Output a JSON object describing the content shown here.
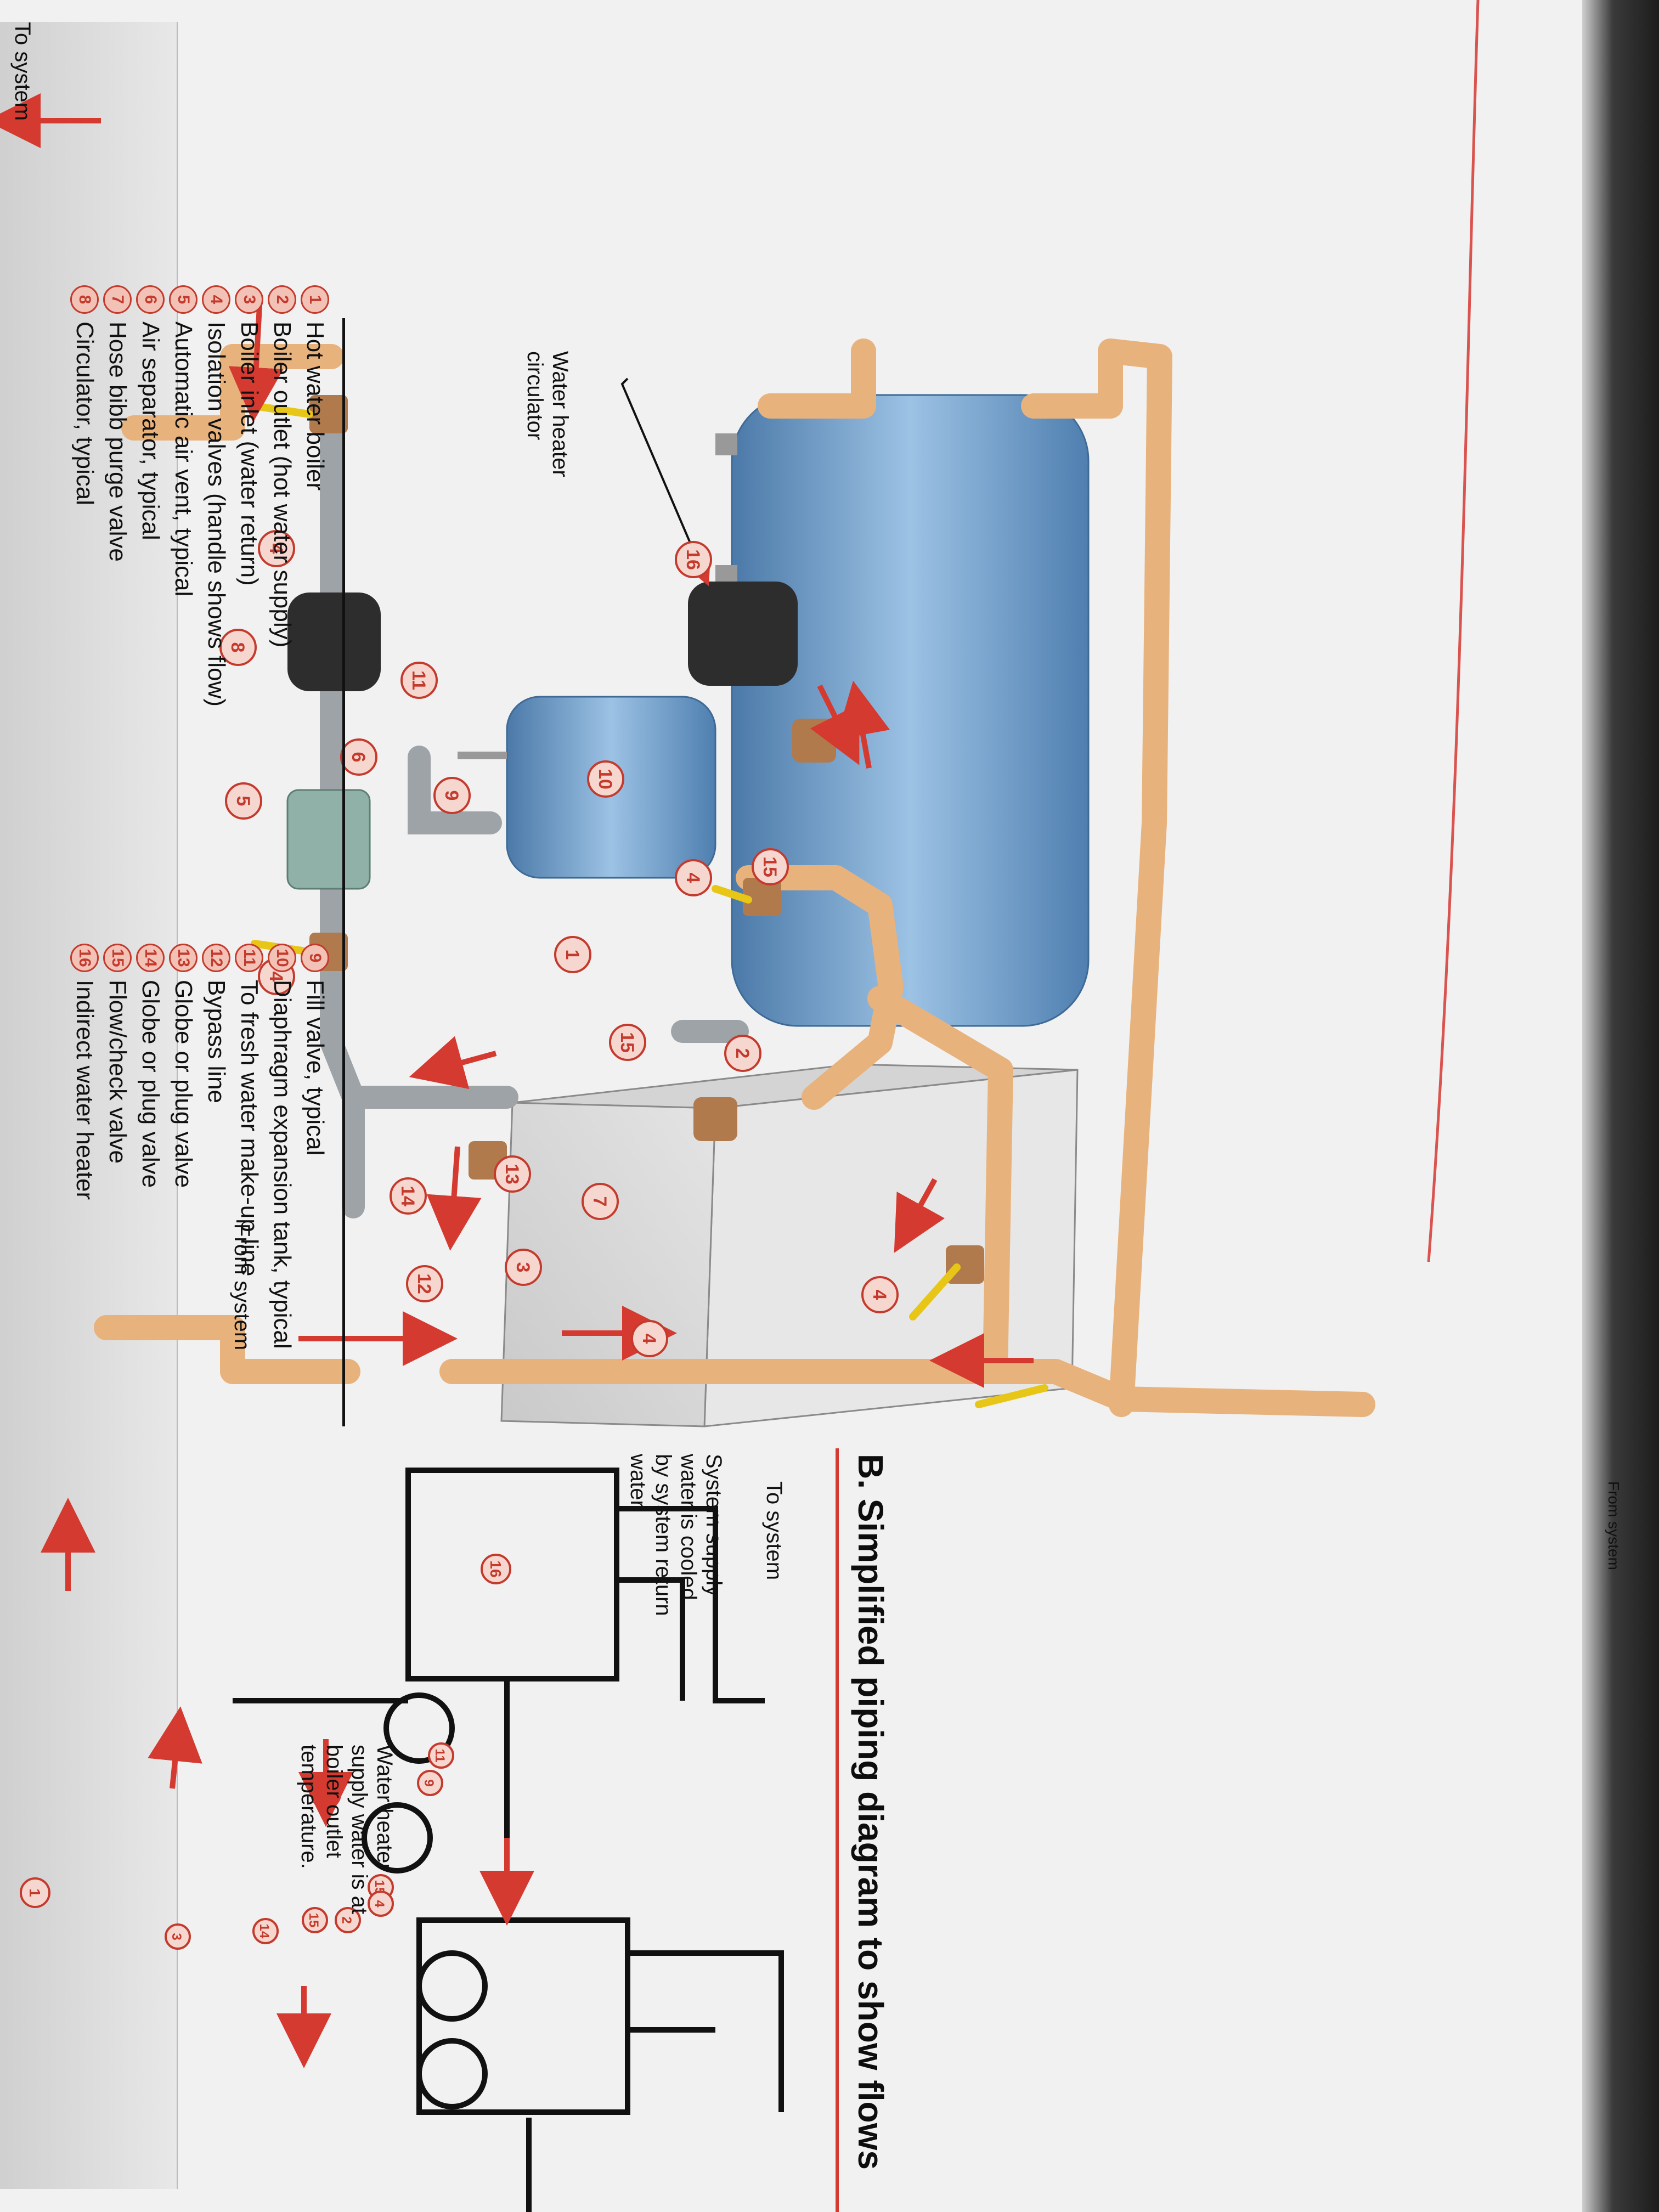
{
  "section_b_title": "B. Simplified piping diagram to show flows",
  "labels": {
    "to_system_top": "To system",
    "from_system_mid": "From system",
    "water_heater_circulator": "Water heater circulator",
    "to_system_b": "To system",
    "from_system_b": "From system",
    "note_system_supply": "System supply water is cooled by system return water",
    "note_heater_supply": "Water heater supply water is at boiler outlet temperature."
  },
  "legend": [
    {
      "num": "1",
      "text": "Hot water boiler"
    },
    {
      "num": "2",
      "text": "Boiler outlet (hot water supply)"
    },
    {
      "num": "3",
      "text": "Boiler inlet (water return)"
    },
    {
      "num": "4",
      "text": "Isolation valves (handle shows flow)"
    },
    {
      "num": "5",
      "text": "Automatic air vent, typical"
    },
    {
      "num": "6",
      "text": "Air separator, typical"
    },
    {
      "num": "7",
      "text": "Hose bibb purge valve"
    },
    {
      "num": "8",
      "text": "Circulator, typical"
    },
    {
      "num": "9",
      "text": "Fill valve, typical"
    },
    {
      "num": "10",
      "text": "Diaphragm expansion tank, typical"
    },
    {
      "num": "11",
      "text": "To fresh water make-up line"
    },
    {
      "num": "12",
      "text": "Bypass line"
    },
    {
      "num": "13",
      "text": "Globe or plug valve"
    },
    {
      "num": "14",
      "text": "Globe or plug valve"
    },
    {
      "num": "15",
      "text": "Flow/check valve"
    },
    {
      "num": "16",
      "text": "Indirect water heater"
    }
  ],
  "colors": {
    "copper_pipe": "#e8b27c",
    "steel_pipe": "#9ea3a8",
    "tank_blue": "#6f9fcc",
    "boiler_gray": "#d9d9d9",
    "accent_red": "#d43a30"
  }
}
